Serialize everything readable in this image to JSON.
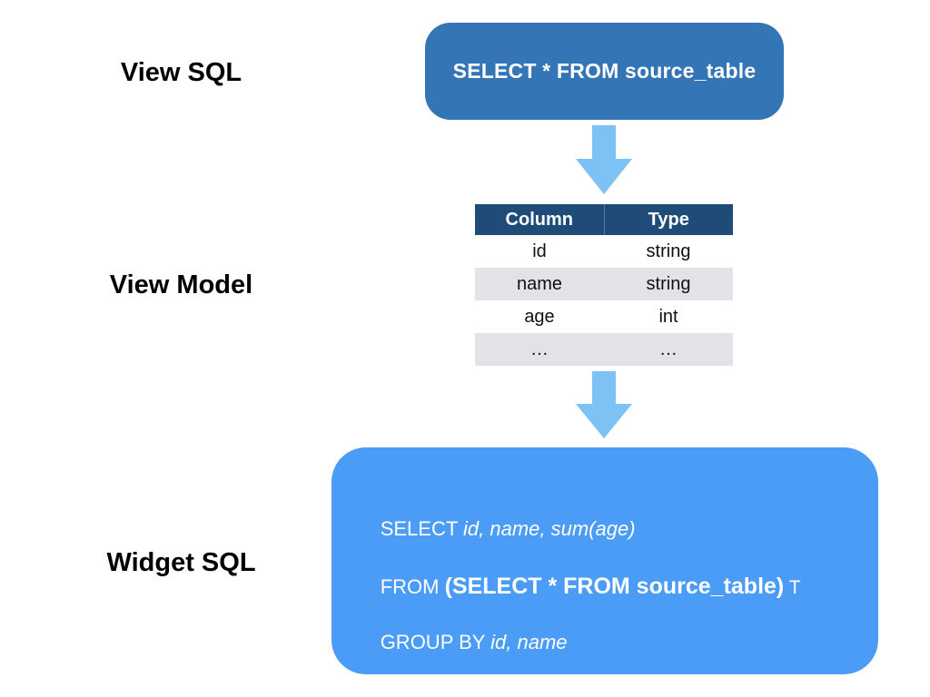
{
  "labels": {
    "view_sql": "View SQL",
    "view_model": "View Model",
    "widget_sql": "Widget SQL"
  },
  "view_sql_box": {
    "text": "SELECT * FROM source_table"
  },
  "view_model_table": {
    "headers": [
      "Column",
      "Type"
    ],
    "rows": [
      [
        "id",
        "string"
      ],
      [
        "name",
        "string"
      ],
      [
        "age",
        "int"
      ],
      [
        "…",
        "…"
      ]
    ]
  },
  "widget_sql_box": {
    "line1": {
      "keyword": "SELECT ",
      "italic": "id, name, sum(age)"
    },
    "line2": {
      "keyword": "FROM ",
      "bold": "(SELECT * FROM source_table)",
      "suffix": " T"
    },
    "line3": {
      "keyword": "GROUP BY ",
      "italic": "id, name"
    }
  },
  "icons": {
    "arrow_1": "down-arrow-icon",
    "arrow_2": "down-arrow-icon"
  },
  "colors": {
    "view_sql_box_bg": "#3375B5",
    "widget_sql_box_bg": "#4A9CF6",
    "table_header_bg": "#1F4B78",
    "table_row_alt_bg": "#E2E2E7",
    "arrow": "#7EC1F4",
    "text_on_blue": "#FFFFFF",
    "label_text": "#000000"
  }
}
